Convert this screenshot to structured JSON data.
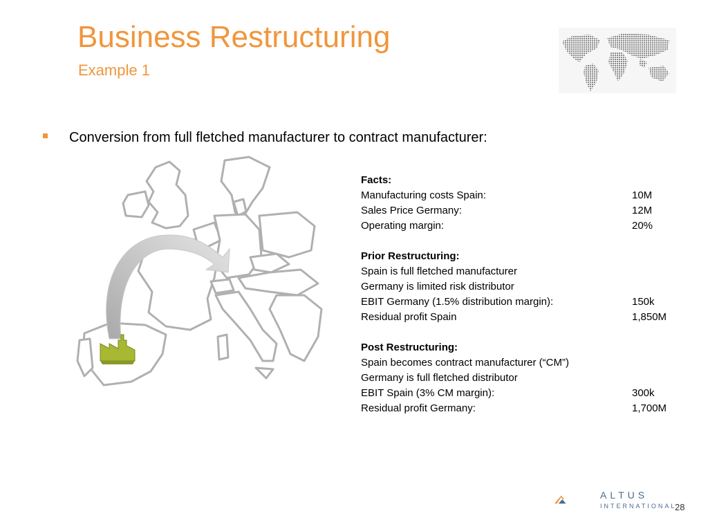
{
  "slide": {
    "title": "Business Restructuring",
    "subtitle": "Example 1",
    "bullet": "Conversion from full fletched manufacturer to contract manufacturer:",
    "page_number": "28"
  },
  "facts": {
    "heading": "Facts:",
    "rows": [
      {
        "label": "Manufacturing costs Spain:",
        "value": "10M"
      },
      {
        "label": "Sales Price Germany:",
        "value": "12M"
      },
      {
        "label": "Operating margin:",
        "value": "20%"
      }
    ]
  },
  "prior": {
    "heading": "Prior Restructuring:",
    "rows": [
      {
        "label": "Spain is full fletched manufacturer",
        "value": ""
      },
      {
        "label": "Germany is limited risk distributor",
        "value": ""
      },
      {
        "label": "EBIT Germany (1.5% distribution margin):",
        "value": "150k"
      },
      {
        "label": "Residual profit Spain",
        "value": "1,850M"
      }
    ]
  },
  "post": {
    "heading": "Post Restructuring:",
    "rows": [
      {
        "label": "Spain becomes contract manufacturer (“CM”)",
        "value": ""
      },
      {
        "label": "Germany is full fletched distributor",
        "value": ""
      },
      {
        "label": "EBIT Spain (3% CM margin):",
        "value": "300k"
      },
      {
        "label": "Residual profit Germany:",
        "value": "1,700M"
      }
    ]
  },
  "logo": {
    "name": "ALTUS",
    "tagline": "INTERNATIONAL"
  },
  "colors": {
    "accent": "#f0963c",
    "logo_blue": "#4a6b8c",
    "factory_green": "#a8b832"
  }
}
